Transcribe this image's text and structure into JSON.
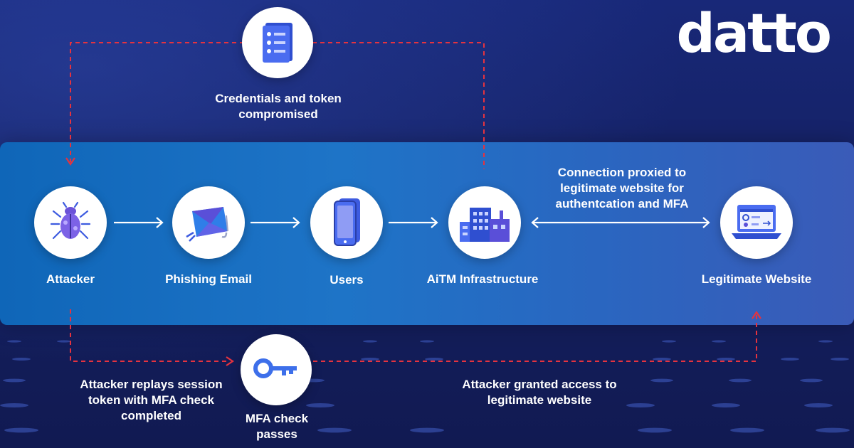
{
  "brand": {
    "logo_text": "datto"
  },
  "nodes": {
    "attacker": {
      "label": "Attacker",
      "icon": "bug-icon"
    },
    "phishing": {
      "label": "Phishing Email",
      "icon": "envelope-hook-icon"
    },
    "users": {
      "label": "Users",
      "icon": "smartphone-icon"
    },
    "aitm": {
      "label": "AiTM Infrastructure",
      "icon": "buildings-icon"
    },
    "website": {
      "label": "Legitimate Website",
      "icon": "laptop-dashboard-icon"
    },
    "credentials": {
      "label": "Credentials and token compromised",
      "icon": "checklist-document-icon"
    },
    "mfa": {
      "label": "MFA check passes",
      "icon": "key-icon"
    }
  },
  "annotations": {
    "proxy": "Connection proxied to legitimate website for authentcation and MFA",
    "replay": "Attacker replays session token with MFA check completed",
    "granted": "Attacker granted access to legitimate website"
  },
  "colors": {
    "background": "#141f5e",
    "band": "#1a6fc4",
    "arrow": "#ffffff",
    "dashed_path": "#e5333f",
    "icon_purple": "#5a4fd8",
    "icon_blue": "#2f7ee8"
  }
}
